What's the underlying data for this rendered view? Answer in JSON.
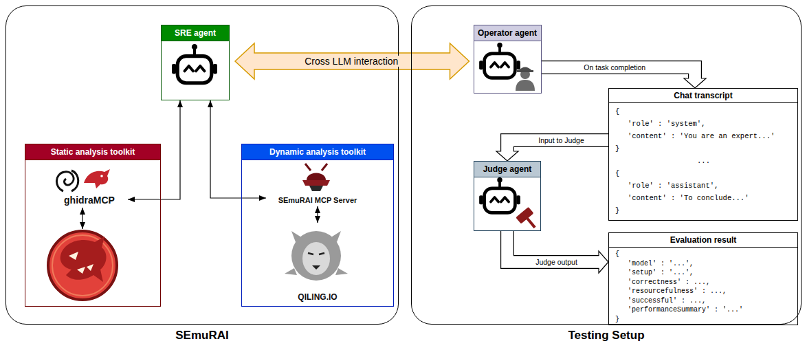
{
  "diagram": {
    "nodes": [
      {
        "text": [
          "SEmuRAI"
        ]
      },
      {
        "text": [
          "SRE agent"
        ],
        "in": 0
      },
      {
        "text": [
          "Static analysis toolkit"
        ],
        "in": 0
      },
      {
        "text": [
          "ghidraMCP"
        ],
        "in": 2
      },
      {
        "text": [
          "Dynamic analysis toolkit"
        ],
        "in": 0
      },
      {
        "text": [
          "SEmuRAI MCP Server"
        ],
        "in": 4
      },
      {
        "text": [
          "QILING.IO"
        ],
        "in": 4
      },
      {
        "text": [
          "Testing Setup"
        ]
      },
      {
        "text": [
          "Operator agent"
        ],
        "in": 7
      },
      {
        "text": [
          "Chat transcript",
          "{",
          "'role' : 'system',",
          "'content' : 'You are an expert...'",
          "}",
          "...",
          "{",
          "'role' : 'assistant',",
          "'content' : 'To conclude...'",
          "}"
        ],
        "in": 7
      },
      {
        "text": [
          "Judge agent"
        ],
        "in": 7
      },
      {
        "text": [
          "Evaluation result",
          "{",
          "'model' : '...',",
          "'setup' : '...',",
          "'correctness' : ...,",
          "'resourcefulness' : ...,",
          "'successful' : ...,",
          "'performanceSummary' : '...'",
          "}"
        ],
        "in": 7
      }
    ],
    "edges": [
      {
        "from": 1,
        "to": 8,
        "label": "Cross LLM interaction",
        "arrow": "both"
      },
      {
        "from": 1,
        "to": 3,
        "arrow": "both"
      },
      {
        "from": 1,
        "to": 5,
        "arrow": "both"
      },
      {
        "from": 5,
        "to": 6,
        "arrow": "both"
      },
      {
        "from": 8,
        "to": 9,
        "label": "On task completion",
        "arrow": "to"
      },
      {
        "from": 9,
        "to": 10,
        "label": "Input to Judge",
        "arrow": "to"
      },
      {
        "from": 10,
        "to": 11,
        "label": "Judge output",
        "arrow": "to"
      }
    ]
  }
}
